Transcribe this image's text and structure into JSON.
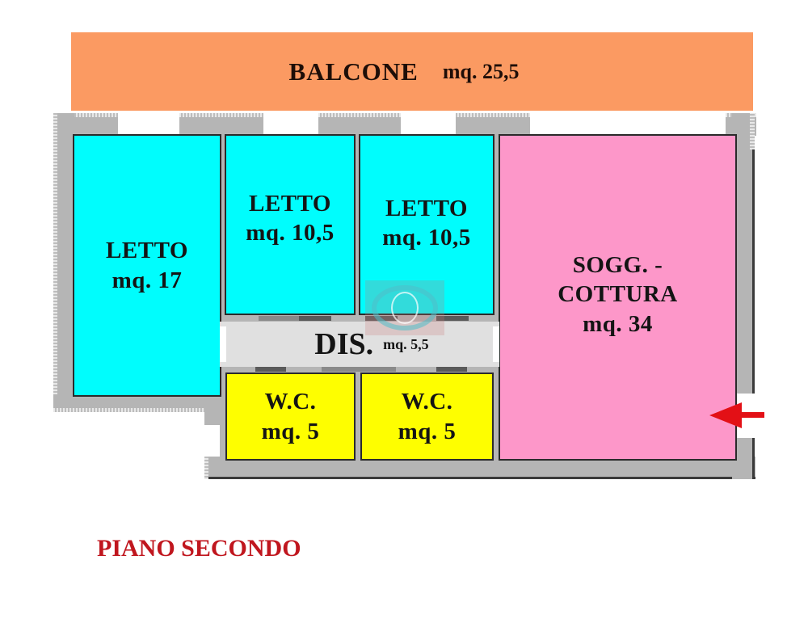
{
  "plan": {
    "floor_label": "PIANO SECONDO",
    "colors": {
      "balcony": "#fb9a62",
      "bedroom": "#00fdfd",
      "bathroom": "#fefe00",
      "living": "#fd97c9",
      "hallway": "#e0e0e0",
      "walls": "#b5b5b5",
      "title": "#c0161e",
      "entrance_arrow": "#e31016"
    },
    "balcony": {
      "name": "BALCONE",
      "area": "mq. 25,5"
    },
    "rooms": [
      {
        "name": "LETTO",
        "area": "mq. 17"
      },
      {
        "name": "LETTO",
        "area": "mq. 10,5"
      },
      {
        "name": "LETTO",
        "area": "mq. 10,5"
      },
      {
        "name": "SOGG. -",
        "name2": "COTTURA",
        "area": "mq. 34"
      },
      {
        "name": "DIS.",
        "area": "mq. 5,5"
      },
      {
        "name": "W.C.",
        "area": "mq. 5"
      },
      {
        "name": "W.C.",
        "area": "mq. 5"
      }
    ],
    "entrance": {
      "icon": "arrow-left-icon"
    }
  }
}
